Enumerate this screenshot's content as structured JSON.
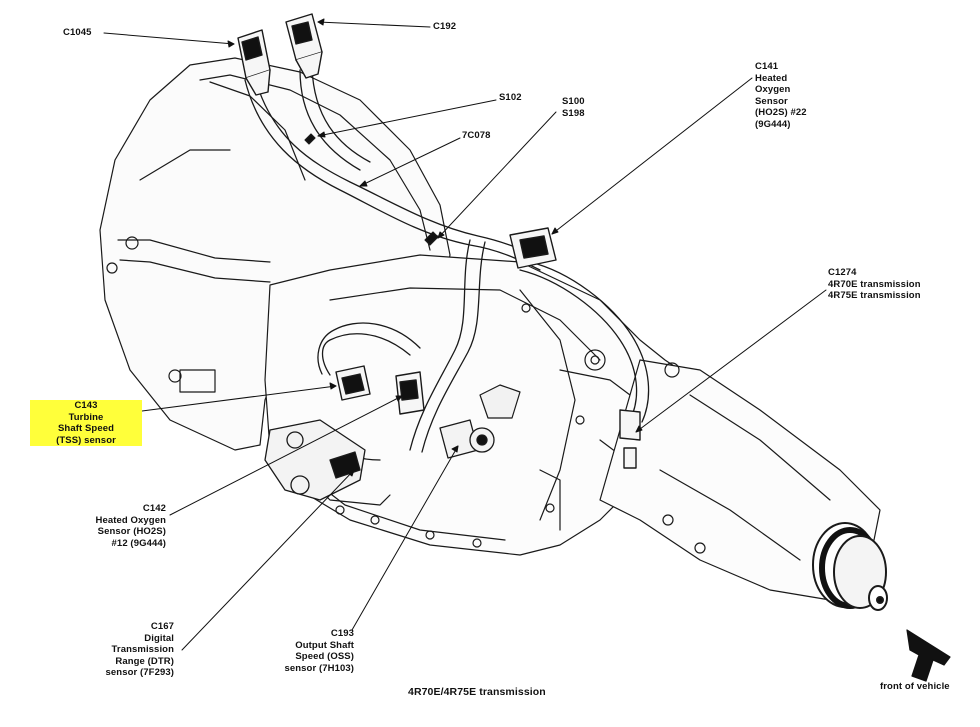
{
  "diagram": {
    "caption": "4R70E/4R75E transmission",
    "front_label": "front of vehicle",
    "highlight_color": "#ffff3a",
    "labels": {
      "c1045": [
        "C1045"
      ],
      "c192": [
        "C192"
      ],
      "s102": [
        "S102"
      ],
      "s100": [
        "S100",
        "S198"
      ],
      "c7078": [
        "7C078"
      ],
      "c141": [
        "C141",
        "Heated",
        "Oxygen",
        "Sensor",
        "(HO2S) #22",
        "(9G444)"
      ],
      "c1274": [
        "C1274",
        "4R70E transmission",
        "4R75E transmission"
      ],
      "c143": [
        "C143",
        "Turbine",
        "Shaft Speed",
        "(TSS) sensor"
      ],
      "c142": [
        "C142",
        "Heated Oxygen",
        "Sensor (HO2S)",
        "#12 (9G444)"
      ],
      "c167": [
        "C167",
        "Digital",
        "Transmission",
        "Range (DTR)",
        "sensor (7F293)"
      ],
      "c193": [
        "C193",
        "Output Shaft",
        "Speed (OSS)",
        "sensor (7H103)"
      ]
    }
  }
}
